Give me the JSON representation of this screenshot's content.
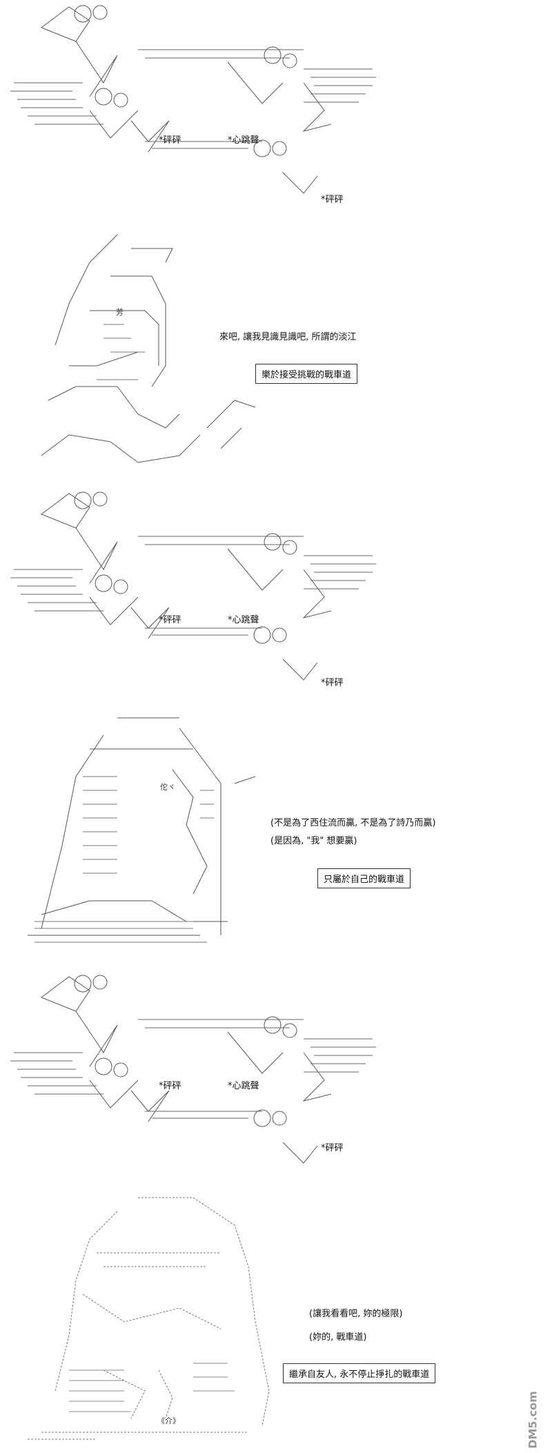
{
  "impact_panels": [
    {
      "sfx_a": "*砰砰",
      "sfx_heart": "*心跳聲",
      "sfx_b": "*砰砰"
    },
    {
      "sfx_a": "*砰砰",
      "sfx_heart": "*心跳聲",
      "sfx_b": "*砰砰"
    },
    {
      "sfx_a": "*砰砰",
      "sfx_heart": "*心跳聲",
      "sfx_b": "*砰砰"
    }
  ],
  "scene1": {
    "line1": "來吧, 讓我見識見識吧, 所謂的淡江",
    "boxed": "樂於接受挑戰的戰車道",
    "art_text": "芳"
  },
  "scene2": {
    "line1": "(不是為了西住流而贏, 不是為了詩乃而贏)",
    "line2": "(是因為, \"我\" 想要贏)",
    "boxed": "只屬於自己的戰車道",
    "art_text": "佗ヾ"
  },
  "scene3": {
    "line1": "(讓我看看吧, 妳的極限)",
    "line2": "(妳的, 戰車道)",
    "boxed": "繼承自友人, 永不停止掙扎的戰車道",
    "art_text": "《介》"
  },
  "watermark": {
    "text": "DM5.com"
  }
}
